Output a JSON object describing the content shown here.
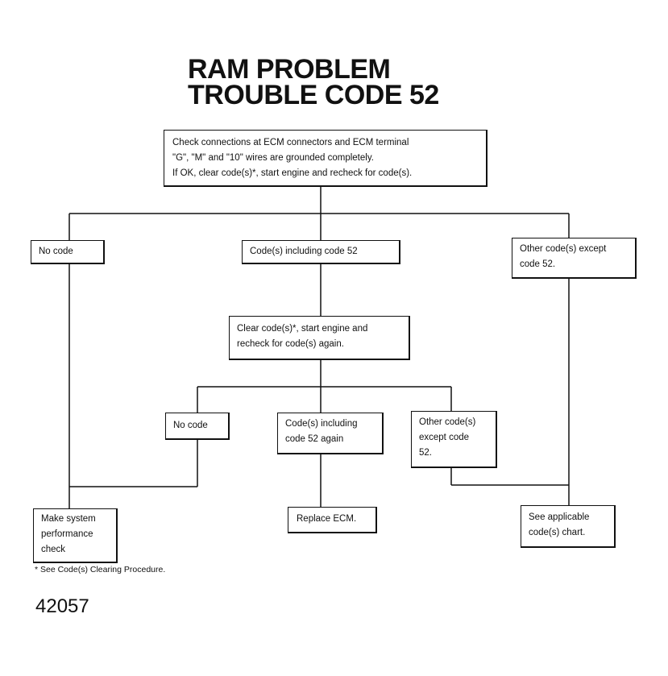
{
  "title": {
    "line1": "RAM PROBLEM",
    "line2": "TROUBLE CODE 52"
  },
  "boxes": {
    "start": {
      "lines": [
        "Check connections at ECM connectors and ECM terminal",
        "\"G\", \"M\" and \"10\" wires are grounded completely.",
        "If OK, clear code(s)*, start engine and recheck for code(s)."
      ]
    },
    "no_code_1": {
      "lines": [
        "No code"
      ]
    },
    "code52_1": {
      "lines": [
        "Code(s) including code 52"
      ]
    },
    "other_1": {
      "lines": [
        "Other code(s) except",
        "code 52."
      ]
    },
    "clear_again": {
      "lines": [
        "Clear code(s)*, start engine and",
        "recheck for code(s) again."
      ]
    },
    "no_code_2": {
      "lines": [
        "No code"
      ]
    },
    "code52_2": {
      "lines": [
        "Code(s) including",
        "code 52 again"
      ]
    },
    "other_2": {
      "lines": [
        "Other code(s)",
        "except code",
        "52."
      ]
    },
    "performance": {
      "lines": [
        "Make system",
        "performance",
        "check"
      ]
    },
    "replace_ecm": {
      "lines": [
        "Replace ECM."
      ]
    },
    "applicable": {
      "lines": [
        "See applicable",
        "code(s) chart."
      ]
    }
  },
  "footnote": "* See Code(s) Clearing Procedure.",
  "figure_number": "42057"
}
